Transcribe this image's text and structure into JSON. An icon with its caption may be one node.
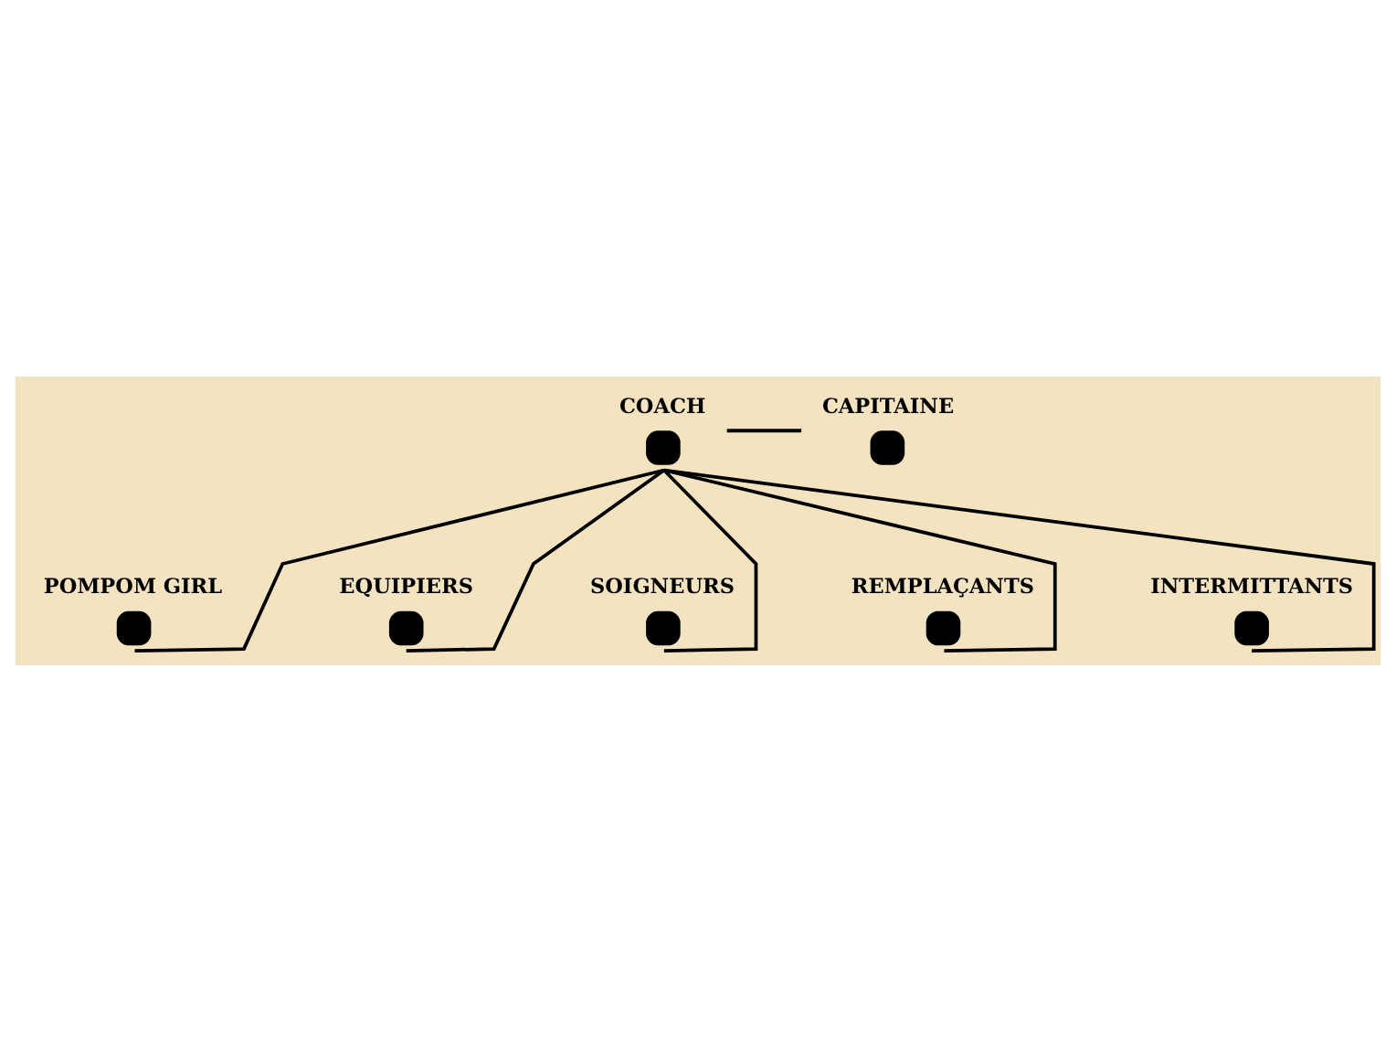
{
  "diagram": {
    "nodes": [
      {
        "text": [
          "CAPITAINE"
        ]
      },
      {
        "text": [
          "COACH"
        ]
      },
      {
        "text": [
          "POMPOM GIRL"
        ]
      },
      {
        "text": [
          "EQUIPIERS"
        ]
      },
      {
        "text": [
          "SOIGNEURS"
        ]
      },
      {
        "text": [
          "REMPLAÇANTS"
        ]
      },
      {
        "text": [
          "INTERMITTANTS"
        ]
      }
    ],
    "edges": [
      {
        "from": 1,
        "to": 0,
        "arrow": "none"
      },
      {
        "from": 1,
        "to": 2,
        "arrow": "none"
      },
      {
        "from": 1,
        "to": 3,
        "arrow": "none"
      },
      {
        "from": 1,
        "to": 4,
        "arrow": "none"
      },
      {
        "from": 1,
        "to": 5,
        "arrow": "none"
      },
      {
        "from": 1,
        "to": 6,
        "arrow": "none"
      }
    ]
  }
}
